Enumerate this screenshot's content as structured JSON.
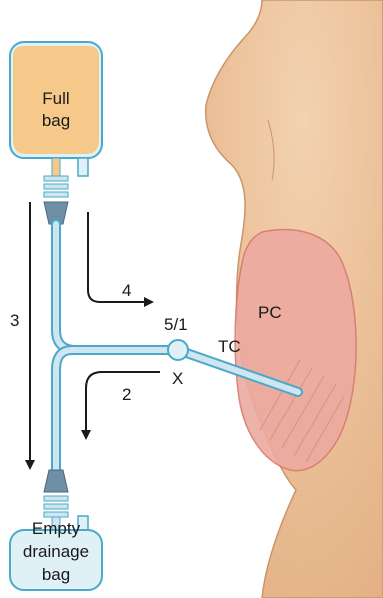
{
  "full_bag": {
    "label_line1": "Full",
    "label_line2": "bag"
  },
  "empty_bag": {
    "label_line1": "Empty",
    "label_line2": "drainage",
    "label_line3": "bag"
  },
  "labels": {
    "step_3": "3",
    "step_4": "4",
    "step_5_1": "5/1",
    "step_2": "2",
    "clamp_x": "X",
    "peritoneal_cavity": "PC",
    "tenckhoff_catheter": "TC"
  },
  "colors": {
    "fluid": "#f6c98a",
    "bag_fill": "#dff0f7",
    "bag_outline": "#4aa9c9",
    "tube": "#cfe6f0",
    "skin": "#e8b98c",
    "skin_outline": "#c9956a",
    "cavity": "#ecaaa0",
    "cavity_outline": "#d9786e",
    "connector": "#6f8fa6",
    "arrow": "#1a1a1a"
  }
}
